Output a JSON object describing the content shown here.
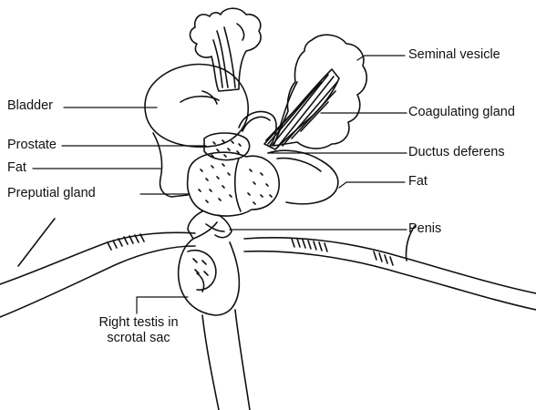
{
  "labels": {
    "bladder": "Bladder",
    "prostate": "Prostate",
    "fat_left": "Fat",
    "preputial_gland": "Preputial gland",
    "seminal_vesicle": "Seminal vesicle",
    "coagulating_gland": "Coagulating gland",
    "ductus_deferens": "Ductus deferens",
    "fat_right": "Fat",
    "penis": "Penis",
    "right_testis_line1": "Right testis in",
    "right_testis_line2": "scrotal sac"
  },
  "colors": {
    "ink": "#111111",
    "background": "#ffffff"
  }
}
